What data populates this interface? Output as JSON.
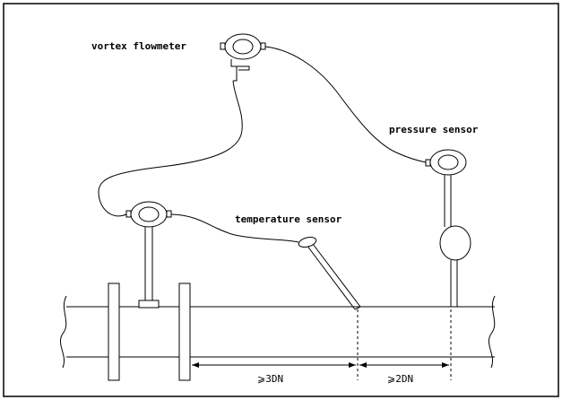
{
  "labels": {
    "vortex": "vortex flowmeter",
    "pressure": "pressure sensor",
    "temperature": "temperature sensor"
  },
  "dimensions": {
    "d1": "⩾3DN",
    "d2": "⩾2DN"
  }
}
